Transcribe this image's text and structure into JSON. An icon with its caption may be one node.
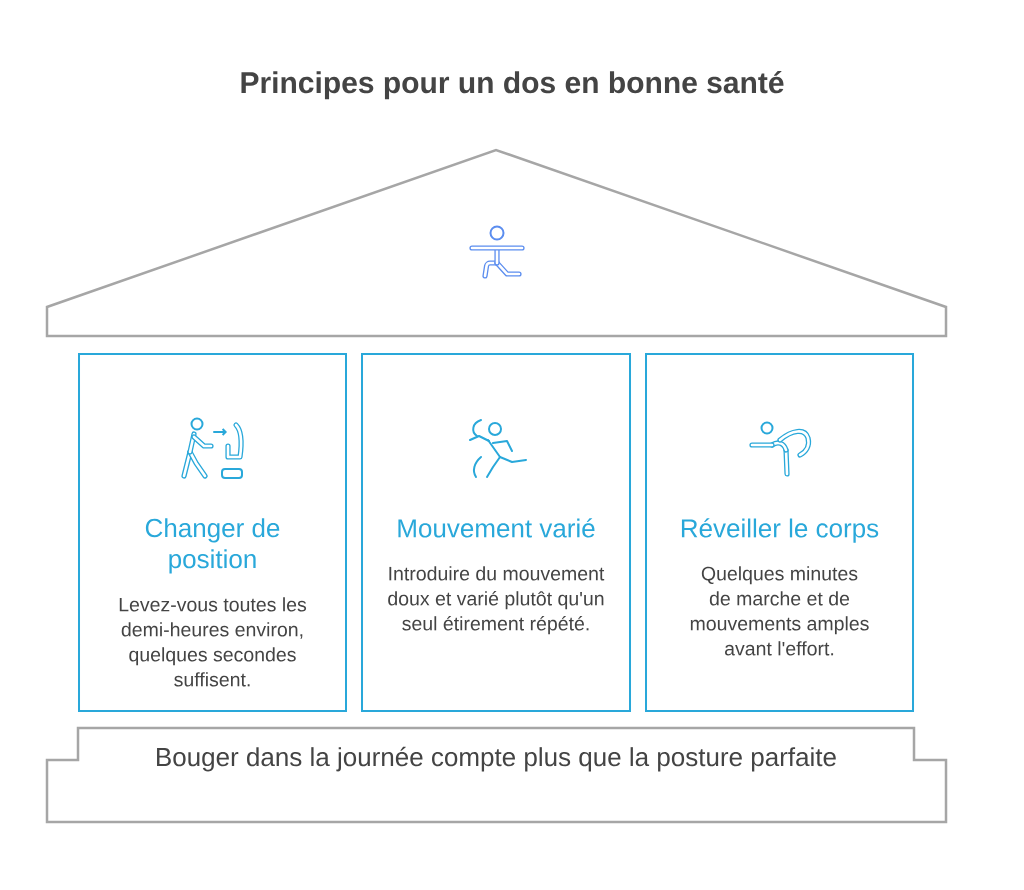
{
  "diagram": {
    "title": "Principes pour un dos en bonne santé",
    "nodes": [
      {
        "text": [
          "Changer de position",
          "Levez-vous toutes les demi-heures environ, quelques secondes suffisent."
        ]
      },
      {
        "text": [
          "Mouvement varié",
          "Introduire du mouvement doux et varié plutôt qu'un seul étirement répété."
        ]
      },
      {
        "text": [
          "Réveiller le corps",
          "Quelques minutes de marche et de mouvements amples avant l'effort."
        ]
      },
      {
        "text": [
          "Bouger dans la journée compte plus que la posture parfaite"
        ]
      }
    ]
  }
}
